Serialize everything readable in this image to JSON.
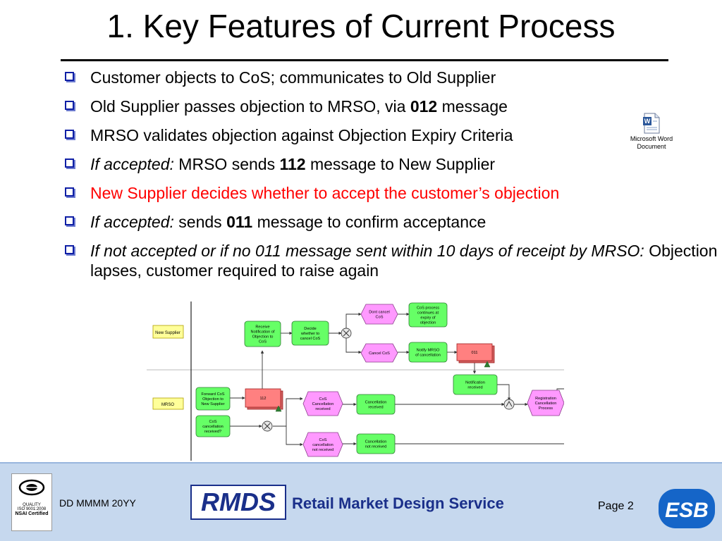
{
  "title": "1. Key Features of Current Process",
  "bullets": [
    {
      "plain": "Customer objects to CoS; communicates to Old Supplier"
    },
    {
      "pre": "Old Supplier passes objection to MRSO, via ",
      "bold": "012",
      "post": " message"
    },
    {
      "plain": "MRSO validates objection against Objection Expiry Criteria"
    },
    {
      "italic": "If accepted:",
      "pre": " MRSO sends ",
      "bold": "112",
      "post": " message to New Supplier"
    },
    {
      "plain": "New Supplier decides whether to accept the customer’s objection",
      "color": "#ff0000"
    },
    {
      "italic": "If accepted:",
      "pre": " sends ",
      "bold": "011",
      "post": " message to confirm acceptance"
    },
    {
      "italic": "If not accepted or if no 011 message sent within 10 days of receipt by MRSO:",
      "post": " Objection lapses, customer required to raise again"
    }
  ],
  "embedded_object": {
    "icon": "word-document-icon",
    "line1": "Microsoft Word",
    "line2": "Document"
  },
  "diagram": {
    "lanes": [
      "New Supplier",
      "MRSO"
    ],
    "nodes": {
      "receive_notification": [
        "Receive",
        "Notification of",
        "Objection to",
        "CoS"
      ],
      "decide": [
        "Decide",
        "whether to",
        "cancel CoS"
      ],
      "dont_cancel": [
        "Dont cancel",
        "CoS"
      ],
      "cos_continues": [
        "CoS process",
        "continues at",
        "expiry of",
        "objection"
      ],
      "cancel_cos": [
        "Cancel CoS"
      ],
      "notify_mrso": [
        "Notify MRSO",
        "of cancellation"
      ],
      "msg_011": [
        "011"
      ],
      "notification_received": [
        "Notification",
        "received"
      ],
      "forward_cos": [
        "Forward CoS",
        "Objection to",
        "New Supplier"
      ],
      "msg_112": [
        "112"
      ],
      "cos_cancellation_received_q": [
        "CoS",
        "cancellation",
        "received?"
      ],
      "cos_cancellation_received": [
        "CoS",
        "Cancellation",
        "received"
      ],
      "cancellation_received": [
        "Cancellation",
        "received"
      ],
      "registration_cancellation": [
        "Registration",
        "Cancellation",
        "Process"
      ],
      "cos_cancellation_not_received": [
        "CoS",
        "cancellation",
        "not received"
      ],
      "cancellation_not_received": [
        "Cancellation",
        "not received"
      ]
    },
    "colors": {
      "function": "#ff99ff",
      "event": "#66ff66",
      "message": "#ff8080",
      "lane": "#ffff99"
    }
  },
  "footer": {
    "cert": {
      "line1": "QUALITY",
      "line2": "ISO 9001:2008",
      "line3": "NSAI Certified"
    },
    "date": "DD MMMM 20YY",
    "rmds_logo": "RMDS",
    "service": "Retail Market Design Service",
    "page": "Page 2",
    "esb_logo": "ESB"
  }
}
